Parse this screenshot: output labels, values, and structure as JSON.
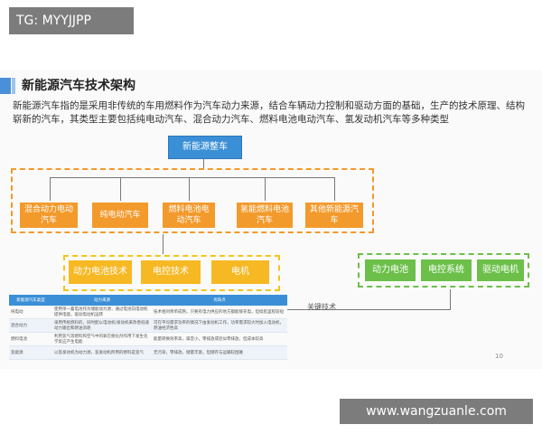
{
  "tag": "TG: MYYJJPP",
  "slide": {
    "title": "新能源汽车技术架构",
    "description": "新能源汽车指的是采用非传统的车用燃料作为汽车动力来源，结合车辆动力控制和驱动方面的基础，生产的技术原理、结构崭新的汽车，其类型主要包括纯电动汽车、混合动力汽车、燃料电池电动汽车、氢发动机汽车等多种类型",
    "root": "新能源整车",
    "types": [
      "混合动力电动汽车",
      "纯电动汽车",
      "燃料电池电动汽车",
      "氢能燃料电池汽车",
      "其他新能源汽车"
    ],
    "techs": [
      "动力电池技术",
      "电控技术",
      "电机"
    ],
    "key_tech_label": "关键技术",
    "key_items": [
      "动力电池",
      "电控系统",
      "驱动电机"
    ],
    "page_number": "10",
    "table": {
      "headers": [
        "新能源汽车类型",
        "动力来源",
        "优缺点"
      ],
      "rows": [
        [
          "纯电动",
          "使用单一蓄电池作为储能动力源，通过电池向电动机提供电能，驱动电动机运转",
          "技术相对简单成熟，只要有电力供应的地方都能够充电，但续航里程较短"
        ],
        [
          "混合动力",
          "采用传统燃料的，同时配以电动机/发动机来改善低速动力输出和燃油消耗",
          "可在平均需求功率的情况下由发动机工作，功率需求较大时加入电动机，燃油经济性高"
        ],
        [
          "燃料电池",
          "利用氢气等燃料和空气中的氧在催化剂作用下发生化学反应产生电能",
          "能量转换效率高，噪音小，零排放或近似零排放，但成本较高"
        ],
        [
          "氢能源",
          "以氢发动机为动力源，氢发动机所用的燃料是氢气",
          "无污染，零排放，储量丰富，但储存与运输较困难"
        ]
      ]
    }
  },
  "watermark": "www.wangzuanle.com",
  "colors": {
    "root_blue": "#3a8fd6",
    "orange": "#f39a2c",
    "yellow": "#f6b823",
    "green": "#6cc04a",
    "accent_blue": "#4a90d9"
  }
}
